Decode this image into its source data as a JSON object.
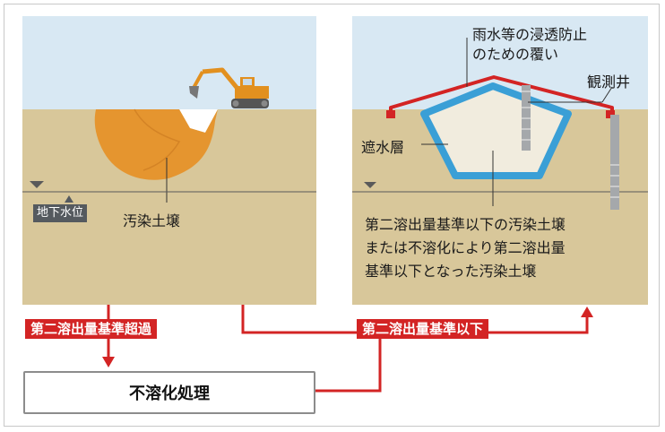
{
  "left_panel": {
    "groundwater_label": "地下水位",
    "soil_label": "汚染土壌"
  },
  "right_panel": {
    "cover_label_line1": "雨水等の浸透防止",
    "cover_label_line2": "のための覆い",
    "well_label": "観測井",
    "barrier_label": "遮水層",
    "soil_text_line1": "第二溶出量基準以下の汚染土壌",
    "soil_text_line2": "または不溶化により第二溶出量",
    "soil_text_line3": "基準以下となった汚染土壌"
  },
  "flow": {
    "exceed_label": "第二溶出量基準超過",
    "below_label": "第二溶出量基準以下",
    "treatment_label": "不溶化処理"
  },
  "colors": {
    "sky": "#d8e8f3",
    "ground": "#d8c79a",
    "soil": "#e5952f",
    "barrier": "#3a9fd6",
    "fill": "#f1ecde",
    "red": "#d32424",
    "well": "#a5a8ab",
    "tag_gray": "#555a5f"
  }
}
